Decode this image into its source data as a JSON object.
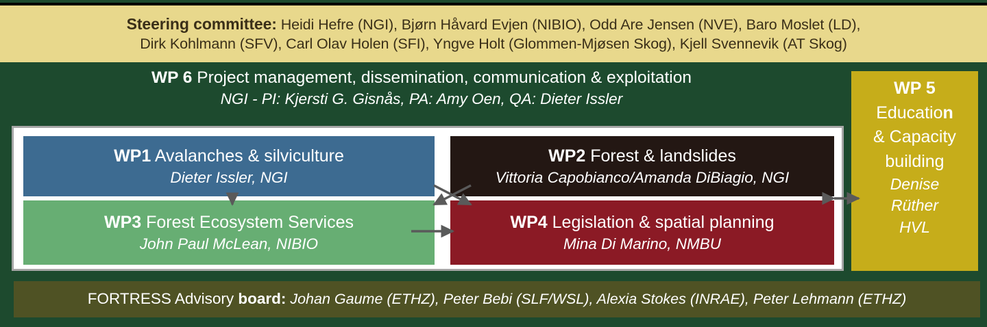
{
  "steering": {
    "heading": "Steering committee",
    "colon": ":",
    "line1_members": " Heidi Hefre (NGI), Bjørn Håvard Evjen (NIBIO), Odd Are Jensen (NVE), Baro Moslet (LD),",
    "line2_members": "Dirk Kohlmann (SFV), Carl Olav Holen (SFI), Yngve Holt (Glommen-Mjøsen Skog), Kjell Svennevik (AT Skog)"
  },
  "wp6": {
    "tag": "WP 6",
    "title": " Project management, dissemination, communication & exploitation",
    "people": "NGI - PI: Kjersti G. Gisnås, PA: Amy Oen, QA: Dieter Issler"
  },
  "work_packages": [
    {
      "id": "wp1",
      "tag": "WP1",
      "title": " Avalanches & silviculture",
      "lead": "Dieter Issler, NGI",
      "color": "#3d6b91"
    },
    {
      "id": "wp2",
      "tag": "WP2",
      "title": " Forest & landslides",
      "lead": "Vittoria Capobianco/Amanda DiBiagio, NGI",
      "color": "#231713"
    },
    {
      "id": "wp3",
      "tag": "WP3",
      "title": " Forest Ecosystem Services",
      "lead": "John Paul McLean, NIBIO",
      "color": "#67ae73"
    },
    {
      "id": "wp4",
      "tag": "WP4",
      "title": " Legislation & spatial planning",
      "lead": "Mina Di Marino, NMBU",
      "color": "#8b1a25"
    }
  ],
  "wp5": {
    "tag": "WP 5",
    "line1_a": "Educatio",
    "line1_n": "n",
    "line2": "& Capacity",
    "line3": "building",
    "lead_line1": "Denise",
    "lead_line2": "Rüther",
    "lead_line3": "HVL",
    "color": "#c6ad1a"
  },
  "advisory": {
    "name": "FORTRESS Advisory",
    "label": " board:",
    "members": " Johan Gaume (ETHZ), Peter Bebi (SLF/WSL), Alexia Stokes (INRAE), Peter Lehmann (ETHZ)"
  },
  "colors": {
    "background_green": "#1d4a2e",
    "steering_band": "#e8d88c",
    "advisory_band": "#4f5224",
    "inner_frame_border": "#a6a6a6",
    "arrow": "#5a5a5a"
  },
  "arrows": [
    {
      "name": "arrow-wp1-to-wp3",
      "kind": "down"
    },
    {
      "name": "arrow-wp1-to-wp4",
      "kind": "diagonal-down-right"
    },
    {
      "name": "arrow-wp2-to-wp3",
      "kind": "diagonal-down-left"
    },
    {
      "name": "arrow-wp3-to-wp4",
      "kind": "right"
    },
    {
      "name": "arrow-wpgrid-to-wp5",
      "kind": "double-horizontal"
    }
  ]
}
